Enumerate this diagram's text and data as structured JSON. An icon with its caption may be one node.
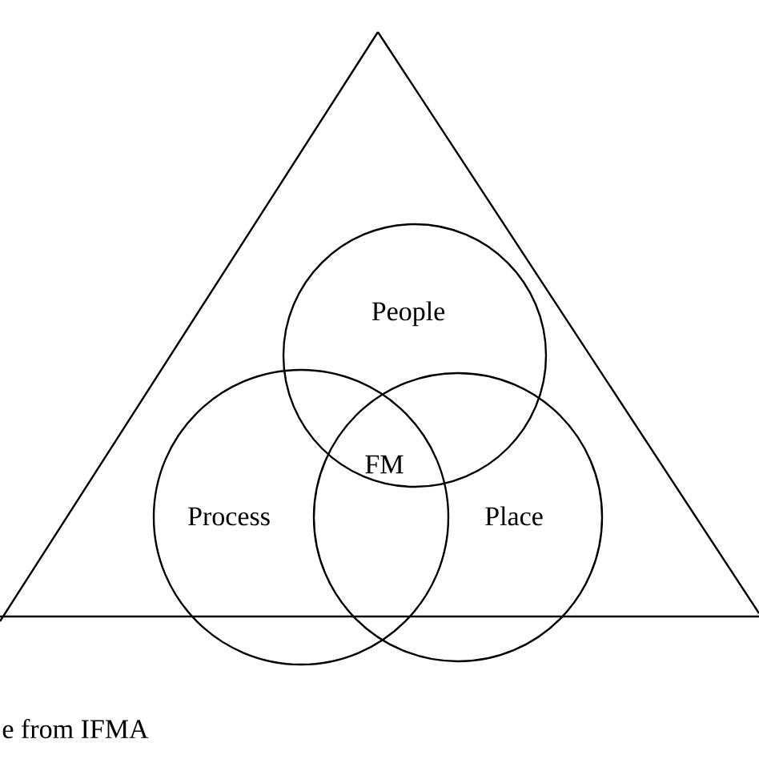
{
  "diagram": {
    "nodes": [
      {
        "text": [
          "People"
        ]
      },
      {
        "text": [
          "Process"
        ]
      },
      {
        "text": [
          "Place"
        ]
      }
    ],
    "edges": [],
    "labels": [
      "FM",
      "e from IFMA"
    ]
  }
}
